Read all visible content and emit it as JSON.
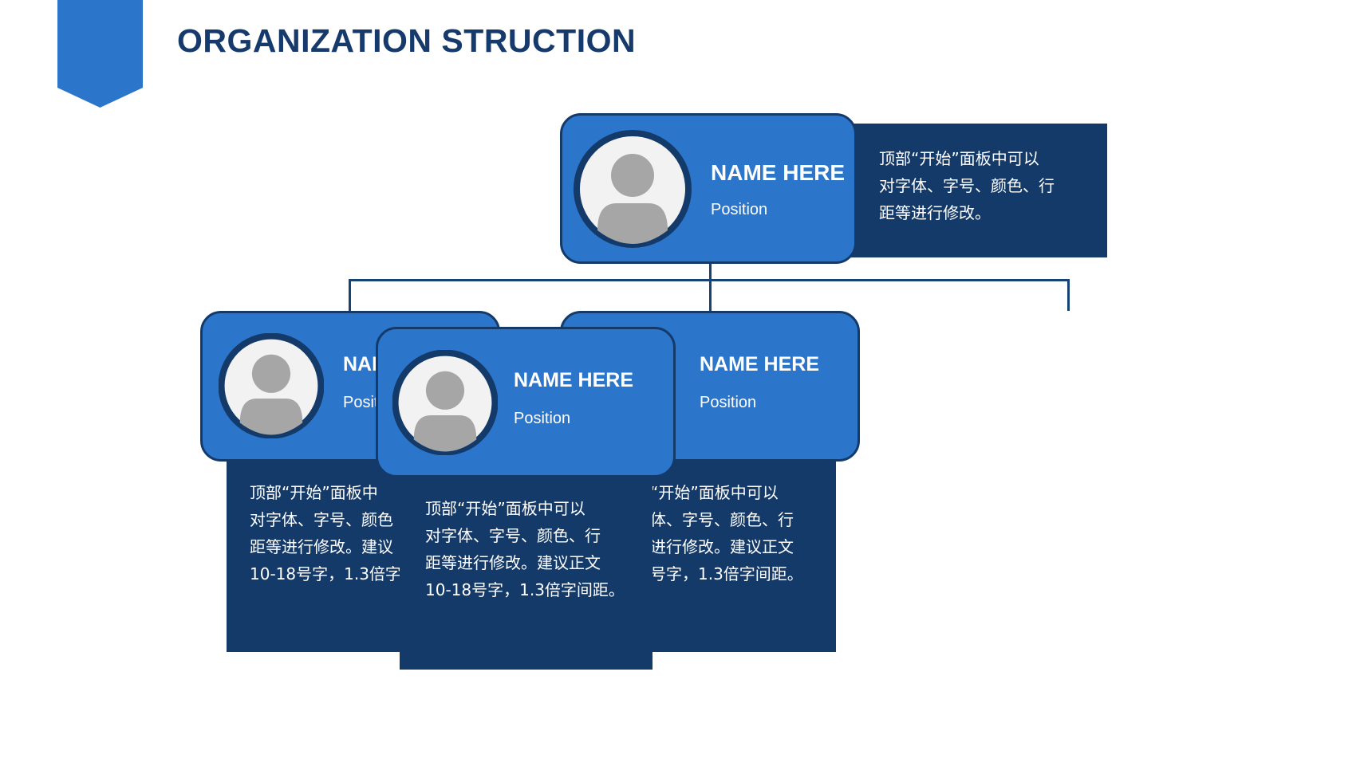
{
  "title": "ORGANIZATION STRUCTION",
  "colors": {
    "accent": "#2b75cb",
    "dark": "#143a6a",
    "title": "#163a6b",
    "avatar_fill": "#a6a6a6",
    "avatar_bg": "#f2f2f2"
  },
  "top_card": {
    "name": "NAME HERE",
    "position": "Position",
    "icon": "person-avatar-icon",
    "description": "顶部“开始”面板中可以\n对字体、字号、颜色、行\n距等进行修改。"
  },
  "left_card": {
    "name": "NAI",
    "position": "Posit",
    "icon": "person-avatar-icon",
    "description": "顶部“开始”面板中\n对字体、字号、颜色\n距等进行修改。建议\n10-18号字，1.3倍字"
  },
  "middle_card": {
    "name": "NAME HERE",
    "position": "Position",
    "icon": "person-avatar-icon",
    "description": "顶部“开始”面板中可以\n对字体、字号、颜色、行\n距等进行修改。建议正文\n10-18号字，1.3倍字间距。"
  },
  "right_card": {
    "name": "NAME HERE",
    "position": "Position",
    "description": "“开始”面板中可以\n体、字号、颜色、行\n进行修改。建议正文\n号字，1.3倍字间距。"
  }
}
